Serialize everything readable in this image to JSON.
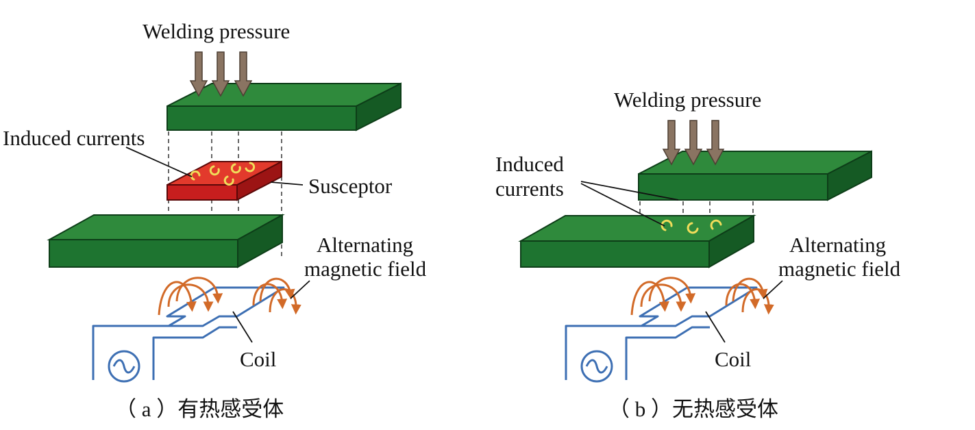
{
  "panels": [
    {
      "welding_pressure": "Welding pressure",
      "induced_currents": [
        "Induced currents"
      ],
      "susceptor": "Susceptor",
      "alternating_field": [
        "Alternating",
        "magnetic field"
      ],
      "coil": "Coil",
      "caption": "（ a ）有热感受体"
    },
    {
      "welding_pressure": "Welding pressure",
      "induced_currents": [
        "Induced",
        "currents"
      ],
      "alternating_field": [
        "Alternating",
        "magnetic field"
      ],
      "coil": "Coil",
      "caption": "（ b ）无热感受体"
    }
  ],
  "colors": {
    "green_top": "#2f8a3c",
    "green_front": "#1e7430",
    "green_side": "#155a24",
    "susceptor_top": "#e23a2c",
    "susceptor_front": "#c71e1e",
    "susceptor_side": "#9c1414",
    "pressure_arrow": "#8a7462",
    "field_arrow": "#d26a28",
    "coil": "#3d6fb3",
    "current_swirl": "#f0dc5a"
  },
  "icons": [
    "pressure-arrow-icon",
    "current-swirl-icon",
    "field-arrow-icon",
    "ac-source-icon"
  ]
}
